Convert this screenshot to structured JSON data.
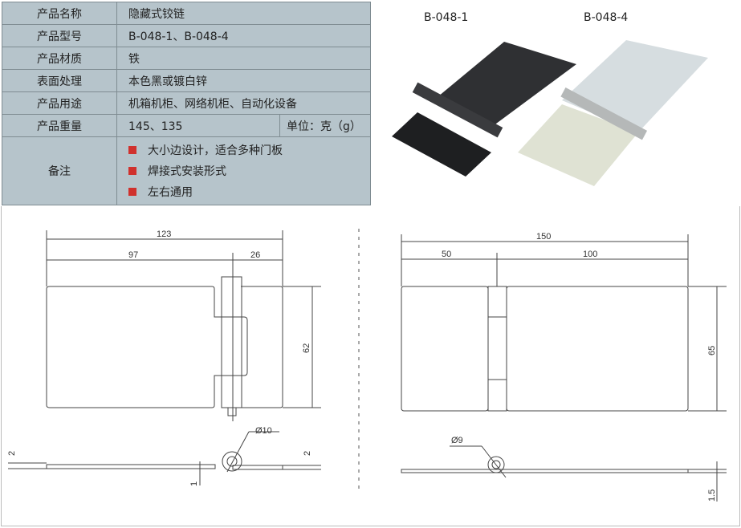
{
  "spec_table": [
    {
      "label": "产品名称",
      "value": "隐藏式铰链"
    },
    {
      "label": "产品型号",
      "value": "B-048-1、B-048-4"
    },
    {
      "label": "产品材质",
      "value": "铁"
    },
    {
      "label": "表面处理",
      "value": "本色黑或镀白锌"
    },
    {
      "label": "产品用途",
      "value": "机箱机柜、网络机柜、自动化设备"
    },
    {
      "label": "产品重量",
      "value": "145、135",
      "unit": "单位：克（g）"
    }
  ],
  "remarks": {
    "label": "备注",
    "items": [
      "大小边设计，适合多种门板",
      "焊接式安装形式",
      "左右通用"
    ]
  },
  "photos": [
    {
      "label": "B-048-1"
    },
    {
      "label": "B-048-4"
    }
  ],
  "drawing_left": {
    "overall": "123",
    "left": "97",
    "right": "26",
    "height": "62",
    "diameter": "Ø10",
    "thick_left": "2",
    "thick_right": "2",
    "gap": "1"
  },
  "drawing_right": {
    "overall": "150",
    "left": "50",
    "right": "100",
    "height": "65",
    "diameter": "Ø9",
    "thickness": "1.5"
  }
}
